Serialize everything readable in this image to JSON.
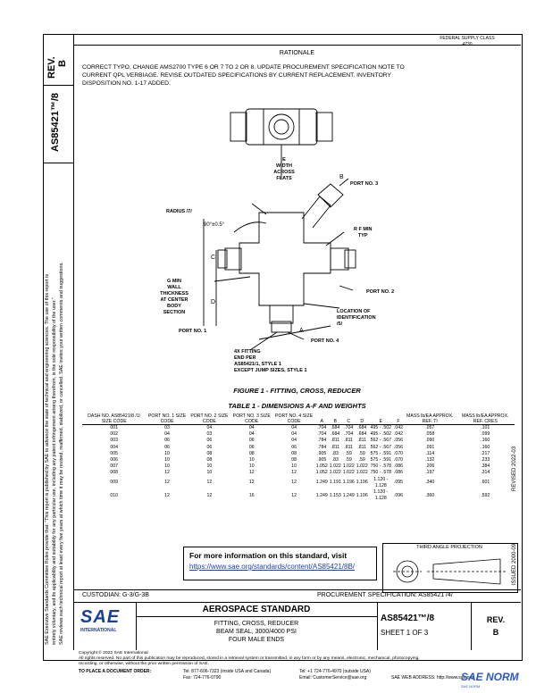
{
  "header": {
    "rev_label": "REV.",
    "rev_value": "B",
    "doc_number": "AS85421™/8",
    "federal_note_line1": "FEDERAL SUPPLY CLASS",
    "federal_note_line2": "4730"
  },
  "rationale": {
    "title": "RATIONALE",
    "text_line1": "CORRECT TYPO, CHANGE AMS2700 TYPE 6 OR 7 TO 2 OR 8. UPDATE PROCUREMENT SPECIFICATION NOTE TO",
    "text_line2": "CURRENT QPL VERBIAGE. REVISE OUTDATED SPECIFICATIONS BY CURRENT REPLACEMENT. INVENTORY",
    "text_line3": "DISPOSITION NO. 1-17 ADDED."
  },
  "left_margin": {
    "line1": "SAE Executive Standards Committee Rules provide that: \"This report is published by SAE to advance the state of technical and engineering sciences. The use of this report is",
    "line2": "entirely voluntary, and its applicability and suitability for any particular use, including any patent infringement arising therefrom, is the sole responsibility of the user.\"",
    "line3": "SAE reviews each technical report at least every five years at which time it may be revised, reaffirmed, stabilized, or cancelled. SAE invites your written comments and suggestions."
  },
  "right_margin": {
    "issued": "ISSUED 2000-09",
    "revised": "REVISED 2022-03"
  },
  "drawing": {
    "label_e": "E",
    "label_width_line1": "WIDTH",
    "label_width_line2": "ACROSS",
    "label_width_line3": "FLATS",
    "label_port3": "PORT NO. 3",
    "label_radius": "RADIUS /7/",
    "label_angle": "90°±0.5°",
    "label_rf_line1": "R F MIN",
    "label_rf_line2": "TYP",
    "label_g_line1": "G MIN",
    "label_g_line2": "WALL",
    "label_g_line3": "THICKNESS",
    "label_g_line4": "AT CENTER",
    "label_g_line5": "BODY",
    "label_g_line6": "SECTION",
    "label_port2": "PORT NO. 2",
    "label_loc_line1": "LOCATION OF",
    "label_loc_line2": "IDENTIFICATION",
    "label_loc_line3": "/5/",
    "label_port1": "PORT NO. 1",
    "label_port4": "PORT NO. 4",
    "label_fit_line1": "4X FITTING",
    "label_fit_line2": "END PER",
    "label_fit_line3": "AS85421/1, STYLE 1",
    "label_fit_line4": "EXCEPT JUMP SIZES, STYLE 1",
    "label_a": "A",
    "label_b": "B",
    "label_c": "C",
    "label_d": "D",
    "figure_caption": "FIGURE 1 - FITTING, CROSS, REDUCER"
  },
  "table": {
    "caption": "TABLE 1 - DIMENSIONS A-F AND WEIGHTS",
    "headers": [
      "DASH NO. AS85421/8 /1/ SIZE CODE",
      "PORT NO. 1 SIZE CODE",
      "PORT NO. 2 SIZE CODE",
      "PORT NO. 3 SIZE CODE",
      "PORT NO. 4 SIZE CODE",
      "A",
      "B",
      "C",
      "D",
      "E",
      "F",
      "MASS lb/EA APPROX. REF. TI",
      "MASS lb/EA APPROX. REF. CRES"
    ],
    "rows": [
      [
        "001",
        "03",
        "04",
        "04",
        "04",
        ".704",
        ".684",
        ".704",
        ".684",
        "495 - .502",
        ".042",
        ".057",
        ".101"
      ],
      [
        "002",
        "04",
        "03",
        "04",
        "04",
        ".704",
        ".684",
        ".704",
        ".684",
        "495 - .502",
        ".042",
        ".058",
        ".099"
      ],
      [
        "003",
        "06",
        "06",
        "06",
        "04",
        ".784",
        ".811",
        ".811",
        ".811",
        "562 - .567",
        ".056",
        ".090",
        ".160"
      ],
      [
        "004",
        "06",
        "06",
        "06",
        "06",
        ".784",
        ".811",
        ".811",
        ".811",
        "562 - .567",
        ".056",
        ".091",
        ".160"
      ],
      [
        "005",
        "10",
        "08",
        "08",
        "08",
        ".905",
        ".83",
        ".59",
        ".59",
        "575 - .591",
        ".070",
        ".114",
        ".217"
      ],
      [
        "006",
        "10",
        "08",
        "10",
        "08",
        ".905",
        ".83",
        ".59",
        ".59",
        "575 - .591",
        ".070",
        ".132",
        ".233"
      ],
      [
        "007",
        "10",
        "10",
        "10",
        "10",
        "1.052",
        "1.022",
        "1.022",
        "1.022",
        "750 - .578",
        ".086",
        ".206",
        ".384"
      ],
      [
        "008",
        "12",
        "10",
        "12",
        "12",
        "1.052",
        "1.022",
        "1.022",
        "1.022",
        "750 - .578",
        ".086",
        ".197",
        ".314"
      ],
      [
        "009",
        "12",
        "12",
        "12",
        "12",
        "1.249",
        "1.191",
        "1.196",
        "1.196",
        "1.120 - 1.128",
        ".095",
        ".340",
        ".601"
      ],
      [
        "010",
        "12",
        "12",
        "16",
        "12",
        "1.249",
        "1.153",
        "1.249",
        "1.196",
        "1.120 - 1.128",
        ".096",
        ".360",
        ".592"
      ]
    ]
  },
  "third_angle": "THIRD ANGLE PROJECTION",
  "more_info": {
    "text": "For more information on this standard, visit",
    "link": "https://www.sae.org/standards/content/AS85421/8B/"
  },
  "title_block": {
    "custodian": "CUSTODIAN: G-3/G-3B",
    "procurement": "PROCUREMENT SPECIFICATION: AS85421 /4/",
    "logo_text": "SAE",
    "logo_sub": "INTERNATIONAL",
    "standard": "AEROSPACE STANDARD",
    "title_line1": "FITTING, CROSS, REDUCER",
    "title_line2": "BEAM SEAL, 3000/4000 PSI",
    "title_line3": "FOUR MALE ENDS",
    "doc_number": "AS85421™/8",
    "sheet": "SHEET 1 OF 3",
    "rev_label": "REV.",
    "rev_value": "B"
  },
  "footer": {
    "copyright": "Copyright © 2022 SAE International",
    "rights": "All rights reserved. No part of this publication may be reproduced, stored in a retrieval system or transmitted, in any form or by any means, electronic, mechanical, photocopying,",
    "rights2": "recording, or otherwise, without the prior written permission of SAE.",
    "order": "TO PLACE A DOCUMENT ORDER:",
    "tel1": "Tel: 877-606-7323 (inside USA and Canada)",
    "tel2": "Tel: +1 724-776-4970 (outside USA)",
    "fax": "Fax: 724-776-0790",
    "email": "Email: CustomerService@sae.org",
    "web": "SAE WEB ADDRESS: http://www.sae.org",
    "watermark": "SAE NORM",
    "watermark_sub": "SAE NORM"
  }
}
